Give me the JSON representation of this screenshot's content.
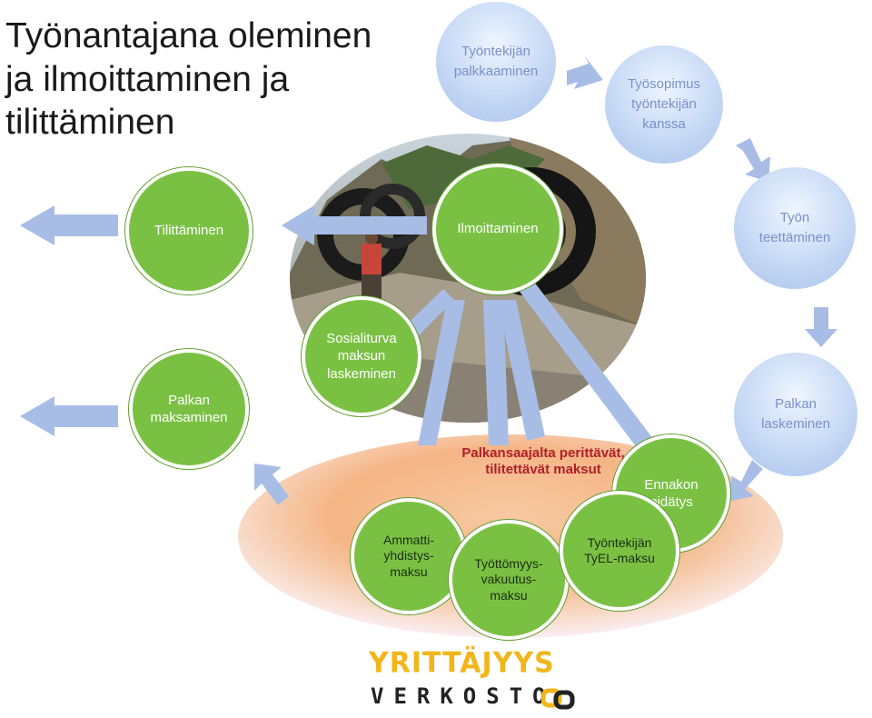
{
  "title": {
    "line1": "Työnantajana oleminen",
    "line2": "ja ilmoittaminen ja",
    "line3": "tilittäminen"
  },
  "nodes": {
    "palkkaaminen": {
      "line1": "Työntekijän",
      "line2": "palkkaaminen"
    },
    "tyosopimus": {
      "line1": "Työsopimus",
      "line2": "työntekijän",
      "line3": "kanssa"
    },
    "teettaminen": {
      "line1": "Työn",
      "line2": "teettäminen"
    },
    "tilittaminen": {
      "line1": "Tilittäminen"
    },
    "ilmoittaminen": {
      "line1": "Ilmoittaminen"
    },
    "sosiaaliturva": {
      "line1": "Sosialiturva",
      "line2": "maksun",
      "line3": "laskeminen"
    },
    "palkan_maksaminen": {
      "line1": "Palkan",
      "line2": "maksaminen"
    },
    "palkan_laskeminen": {
      "line1": "Palkan",
      "line2": "laskeminen"
    },
    "ennakon": {
      "line1": "Ennakon",
      "line2": "pidätys"
    },
    "ammatti": {
      "line1": "Ammatti-",
      "line2": "yhdistys-",
      "line3": "maksu"
    },
    "tyottomyys": {
      "line1": "Työttömyys-",
      "line2": "vakuutus-",
      "line3": "maksu"
    },
    "tyel": {
      "line1": "Työntekijän",
      "line2": "TyEL-maksu"
    }
  },
  "bowl": {
    "line1": "Palkansaajalta perittävät,",
    "line2": "tilitettävät maksut"
  },
  "logo": {
    "line1": "YRITTÄJYYS",
    "line2": "VERKOSTO"
  },
  "colors": {
    "green": "#7ac143",
    "blue_node": "#c6d9f5",
    "blue_text": "#7c90c9",
    "arrow": "#a8bde6",
    "bowl": "#f5b585",
    "accent_red": "#b0202a",
    "logo_yellow": "#f2b61b"
  }
}
